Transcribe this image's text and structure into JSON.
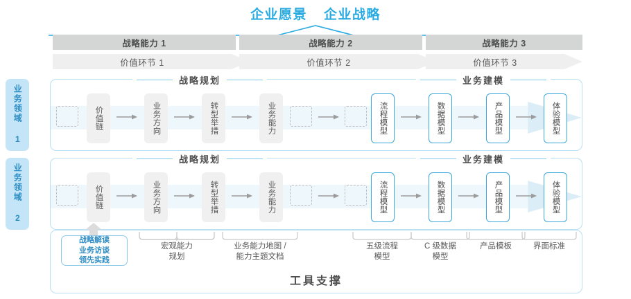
{
  "header": {
    "vision": "企业愿景",
    "strategy": "企业战略",
    "accent_color": "#29abe2"
  },
  "capability_bars": [
    {
      "label": "战略能力 1"
    },
    {
      "label": "战略能力 2"
    },
    {
      "label": "战略能力 3"
    }
  ],
  "value_bars": [
    {
      "label": "价值环节 1"
    },
    {
      "label": "价值环节 2"
    },
    {
      "label": "价值环节 3"
    }
  ],
  "side_labels": [
    {
      "label": "业务领域 1"
    },
    {
      "label": "业务领域 2"
    }
  ],
  "sections": {
    "planning": "战略规划",
    "modeling": "业务建模"
  },
  "nodes": {
    "planning": [
      {
        "label": "价值链",
        "style": "gray"
      },
      {
        "label": "业务方向",
        "style": "gray"
      },
      {
        "label": "转型举措",
        "style": "gray"
      },
      {
        "label": "业务能力",
        "style": "gray"
      }
    ],
    "modeling": [
      {
        "label": "流程模型",
        "style": "blue"
      },
      {
        "label": "数据模型",
        "style": "blue"
      },
      {
        "label": "产品模型",
        "style": "blue"
      },
      {
        "label": "体验模型",
        "style": "blue"
      }
    ]
  },
  "annotations": {
    "tool_box": [
      "战略解读",
      "业务访谈",
      "领先实践"
    ],
    "items": [
      {
        "label": "宏观能力\n规划"
      },
      {
        "label": "业务能力地图 /\n能力主题文档"
      },
      {
        "label": "五级流程\n模型"
      },
      {
        "label": "C 级数据\n模型"
      },
      {
        "label": "产品模板"
      },
      {
        "label": "界面标准"
      }
    ]
  },
  "footer": {
    "support_title": "工具支撑"
  }
}
